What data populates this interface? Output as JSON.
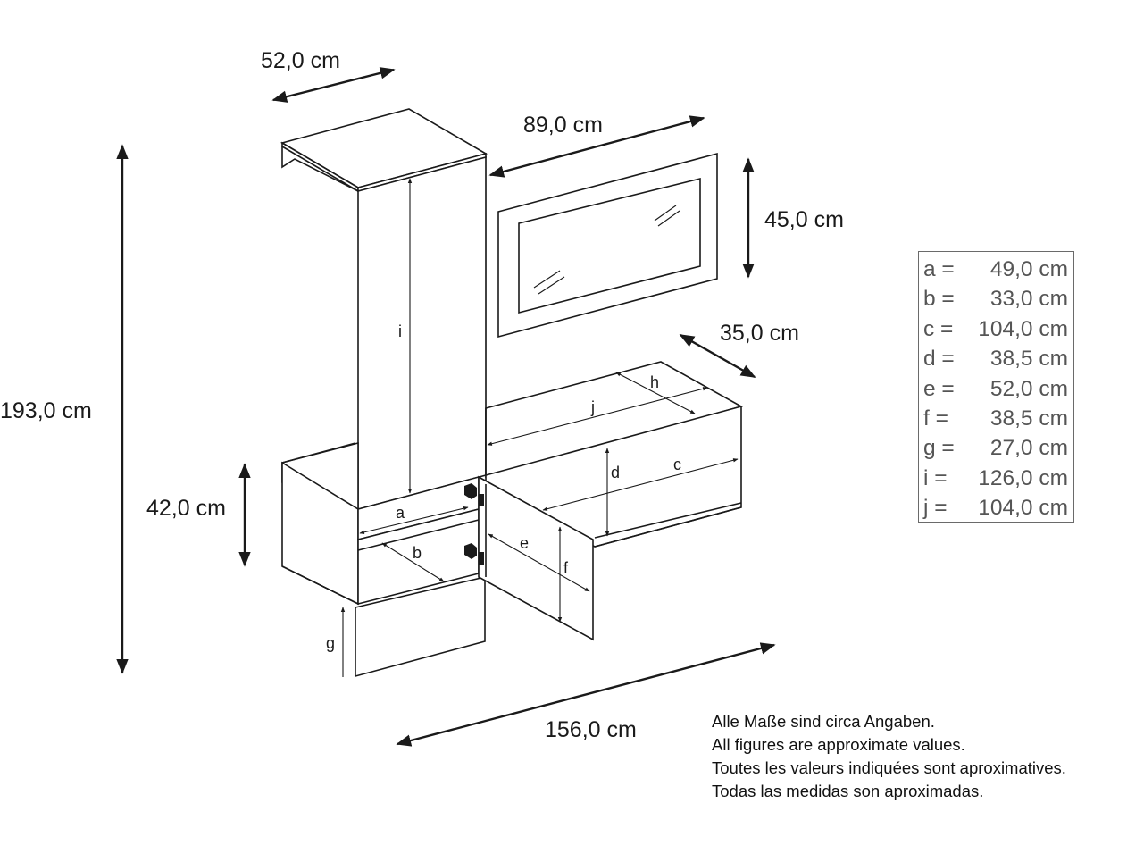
{
  "dimensions": {
    "depth": "52,0 cm",
    "mirror_width": "89,0 cm",
    "mirror_height": "45,0 cm",
    "bench_depth": "35,0 cm",
    "total_height": "193,0 cm",
    "low_cabinet_height": "42,0 cm",
    "total_width": "156,0 cm"
  },
  "letters": {
    "a": "a",
    "b": "b",
    "c": "c",
    "d": "d",
    "e": "e",
    "f": "f",
    "g": "g",
    "h": "h",
    "i": "i",
    "j": "j"
  },
  "legend": [
    {
      "key": "a =",
      "value": "49,0 cm"
    },
    {
      "key": "b =",
      "value": "33,0 cm"
    },
    {
      "key": "c =",
      "value": "104,0 cm"
    },
    {
      "key": "d =",
      "value": "38,5 cm"
    },
    {
      "key": "e =",
      "value": "52,0 cm"
    },
    {
      "key": "f =",
      "value": "38,5 cm"
    },
    {
      "key": "g =",
      "value": "27,0 cm"
    },
    {
      "key": "i =",
      "value": "126,0 cm"
    },
    {
      "key": "j =",
      "value": "104,0 cm"
    }
  ],
  "note": [
    "Alle Maße sind circa Angaben.",
    "All figures are approximate values.",
    "Toutes les valeurs indiquées sont aproximatives.",
    "Todas las medidas son aproximadas."
  ]
}
